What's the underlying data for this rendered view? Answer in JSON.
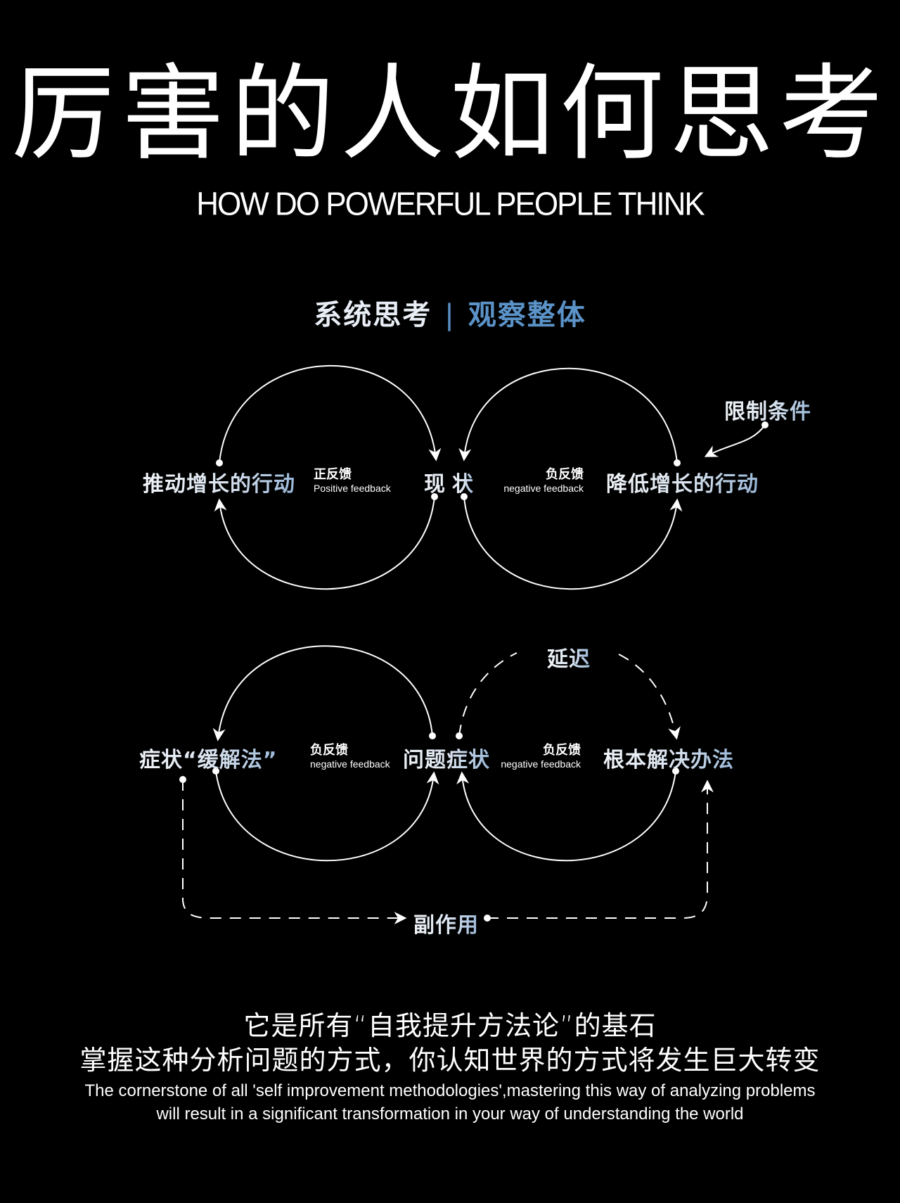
{
  "header": {
    "title_cn": "厉害的人如何思考",
    "title_en": "HOW DO POWERFUL PEOPLE THINK"
  },
  "section_heading": {
    "left": "系统思考",
    "separator": "|",
    "right": "观察整体"
  },
  "diagram_top": {
    "left_node": "推动增长的行动",
    "center_node_a": "现",
    "center_node_b": "状",
    "right_node": "降低增长的行动",
    "constraint_label": "限制条件",
    "left_loop": {
      "cn": "正反馈",
      "en": "Positive feedback"
    },
    "right_loop": {
      "cn": "负反馈",
      "en": "negative feedback"
    }
  },
  "diagram_bottom": {
    "left_node": "症状“缓解法”",
    "center_node": "问题症状",
    "right_node": "根本解决办法",
    "delay_label": "延迟",
    "side_effect_label": "副作用",
    "left_loop": {
      "cn": "负反馈",
      "en": "negative feedback"
    },
    "right_loop": {
      "cn": "负反馈",
      "en": "negative feedback"
    }
  },
  "footer": {
    "cn_line1": "它是所有“自我提升方法论”的基石",
    "cn_line2": "掌握这种分析问题的方式，你认知世界的方式将发生巨大转变",
    "en_line1": "The cornerstone of all 'self improvement methodologies',mastering this way of analyzing problems",
    "en_line2": "will result in a significant transformation in your way of understanding the world"
  },
  "colors": {
    "background": "#000000",
    "text": "#ffffff",
    "accent_blue": "#5b93c8"
  }
}
